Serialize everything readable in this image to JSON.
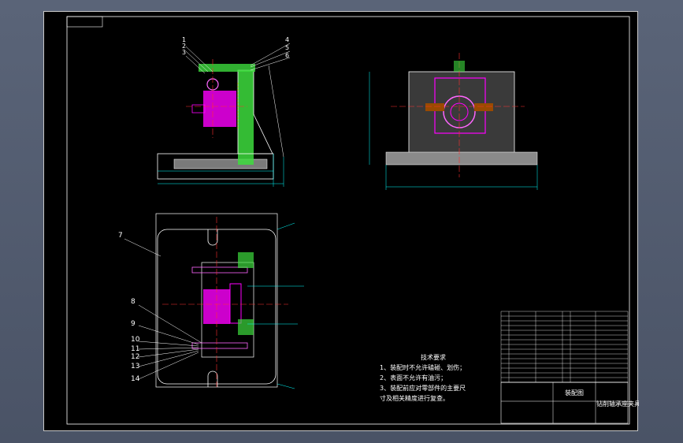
{
  "part_numbers": {
    "top_left": [
      "1",
      "2",
      "3"
    ],
    "top_right": [
      "4",
      "5",
      "6"
    ],
    "plan_view": [
      "7",
      "8",
      "9",
      "10",
      "11",
      "12",
      "13",
      "14"
    ]
  },
  "tech_requirements": {
    "title": "技术要求",
    "lines": [
      "1、装配时不允许磕碰、划伤；",
      "2、表面不允许有油污；",
      "3、装配前应对零部件的主要尺",
      "寸及相关精度进行复查。"
    ]
  },
  "title_block": {
    "drawing_type": "装配图",
    "drawing_name": "钻削轴承座夹具"
  },
  "colors": {
    "background": "#000000",
    "outline": "#ffffff",
    "dimension": "#00ffff",
    "center_line": "#ff3030",
    "part_magenta": "#ff00ff",
    "section_green": "#3ddc3d",
    "hidden_yellow": "#ffff00"
  }
}
